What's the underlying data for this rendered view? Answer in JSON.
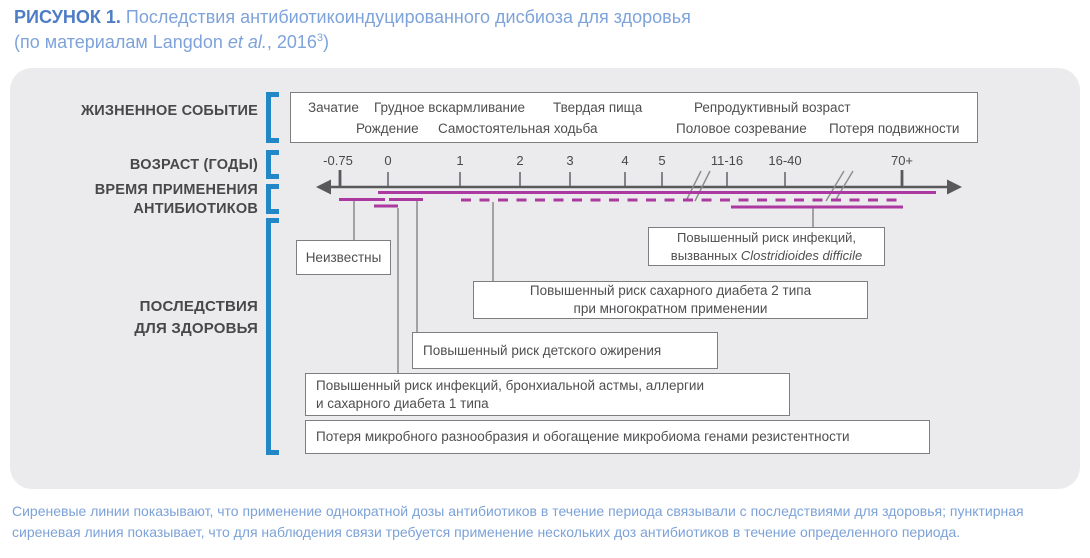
{
  "title": {
    "figure_label": "РИСУНОК 1.",
    "text": " Последствия антибиотикоиндуцированного дисбиоза для здоровья",
    "source_prefix": "(по материалам Langdon ",
    "source_italic": "et al.",
    "source_year": ", 2016",
    "source_superscript": "3",
    "source_close": ")"
  },
  "row_labels": {
    "life_event": "ЖИЗНЕННОЕ СОБЫТИЕ",
    "age": "ВОЗРАСТ (ГОДЫ)",
    "antibiotics_line1": "ВРЕМЯ ПРИМЕНЕНИЯ",
    "antibiotics_line2": "АНТИБИОТИКОВ",
    "consequences_line1": "ПОСЛЕДСТВИЯ",
    "consequences_line2": "ДЛЯ ЗДОРОВЬЯ"
  },
  "life_events": {
    "row1": [
      "Зачатие",
      "Грудное вскармливание",
      "Твердая пища",
      "Репродуктивный возраст"
    ],
    "row2": [
      "Рождение",
      "Самостоятельная ходьба",
      "Половое созревание",
      "Потеря подвижности"
    ]
  },
  "ages": [
    "-0.75",
    "0",
    "1",
    "2",
    "3",
    "4",
    "5",
    "11-16",
    "16-40",
    "70+"
  ],
  "consequences": {
    "unknown": "Неизвестны",
    "cdiff_line1": "Повышенный риск инфекций,",
    "cdiff_line2_prefix": "вызванных ",
    "cdiff_line2_italic": "Clostridioides difficile",
    "diabetes2_line1": "Повышенный риск сахарного диабета 2 типа",
    "diabetes2_line2": "при многократном применении",
    "obesity": "Повышенный риск детского ожирения",
    "asthma_line1": "Повышенный риск инфекций, бронхиальной астмы, аллергии",
    "asthma_line2": "и сахарного диабета 1 типа",
    "diversity": "Потеря микробного разнообразия и обогащение микробиома генами резистентности"
  },
  "footer": {
    "line1": "Сиреневые линии показывают, что применение однократной дозы антибиотиков в течение периода связывали с последствиями для здоровья; пунктирная",
    "line2": "сиреневая линия показывает, что для наблюдения связи требуется применение нескольких доз антибиотиков в течение определенного периода."
  },
  "colors": {
    "title_blue_bold": "#4d7dc5",
    "title_blue_light": "#7ea3da",
    "bracket_blue": "#2187c6",
    "magenta_line": "#ab39a0",
    "axis_gray": "#59595c",
    "card_background": "#ebebed",
    "box_border": "#7e7e80",
    "text_dark": "#4f4f51"
  }
}
